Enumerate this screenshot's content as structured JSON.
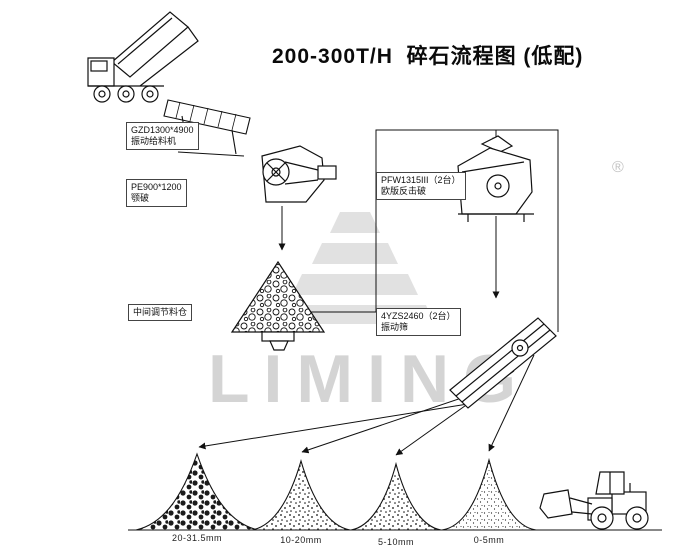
{
  "title": "200-300T/H  碎石流程图 (低配)",
  "watermark": {
    "text": "LIMING",
    "registered": "®"
  },
  "equipment_labels": {
    "feeder": {
      "line1": "GZD1300*4900",
      "line2": "振动给料机"
    },
    "jaw_crusher": {
      "line1": "PE900*1200",
      "line2": "颚破"
    },
    "surge_bin": {
      "line1": "中间调节料仓"
    },
    "impact_crusher": {
      "line1": "PFW1315III（2台）",
      "line2": "欧版反击破"
    },
    "screen": {
      "line1": "4YZS2460（2台）",
      "line2": "振动筛"
    }
  },
  "outputs": [
    {
      "label": "20-31.5mm"
    },
    {
      "label": "10-20mm"
    },
    {
      "label": "5-10mm"
    },
    {
      "label": "0-5mm"
    }
  ],
  "colors": {
    "line": "#1a1a1a",
    "watermark": "#d0d0d0",
    "background": "#ffffff"
  }
}
